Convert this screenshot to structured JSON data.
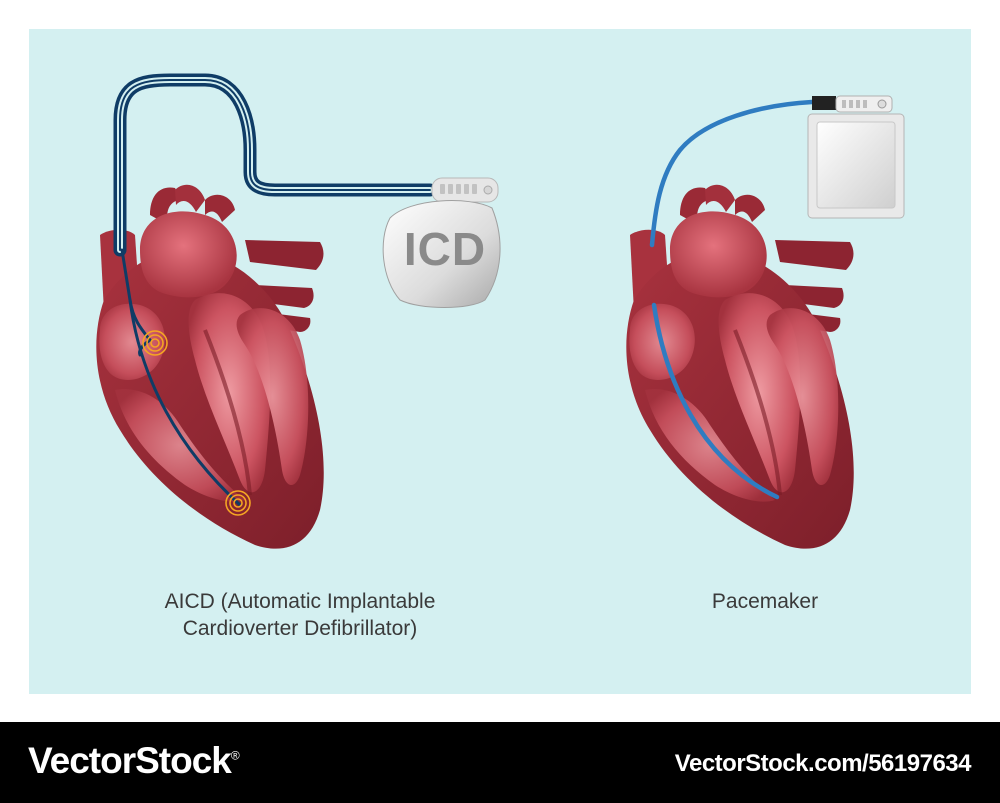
{
  "colors": {
    "background_panel": "#d4f0f1",
    "heart_dark": "#8b2530",
    "heart_mid": "#b53b48",
    "heart_light": "#e3828a",
    "icd_lead": "#0f3c66",
    "pacemaker_lead": "#2f7cc1",
    "electrode_ring": "#f5a623",
    "footer_bg": "#000000"
  },
  "diagram": {
    "left": {
      "device_label": "ICD",
      "caption_line1": "AICD (Automatic Implantable",
      "caption_line2": "Cardioverter Defibrillator)"
    },
    "right": {
      "caption": "Pacemaker"
    }
  },
  "footer": {
    "brand": "VectorStock",
    "registered_mark": "®",
    "image_id": "VectorStock.com/56197634"
  }
}
